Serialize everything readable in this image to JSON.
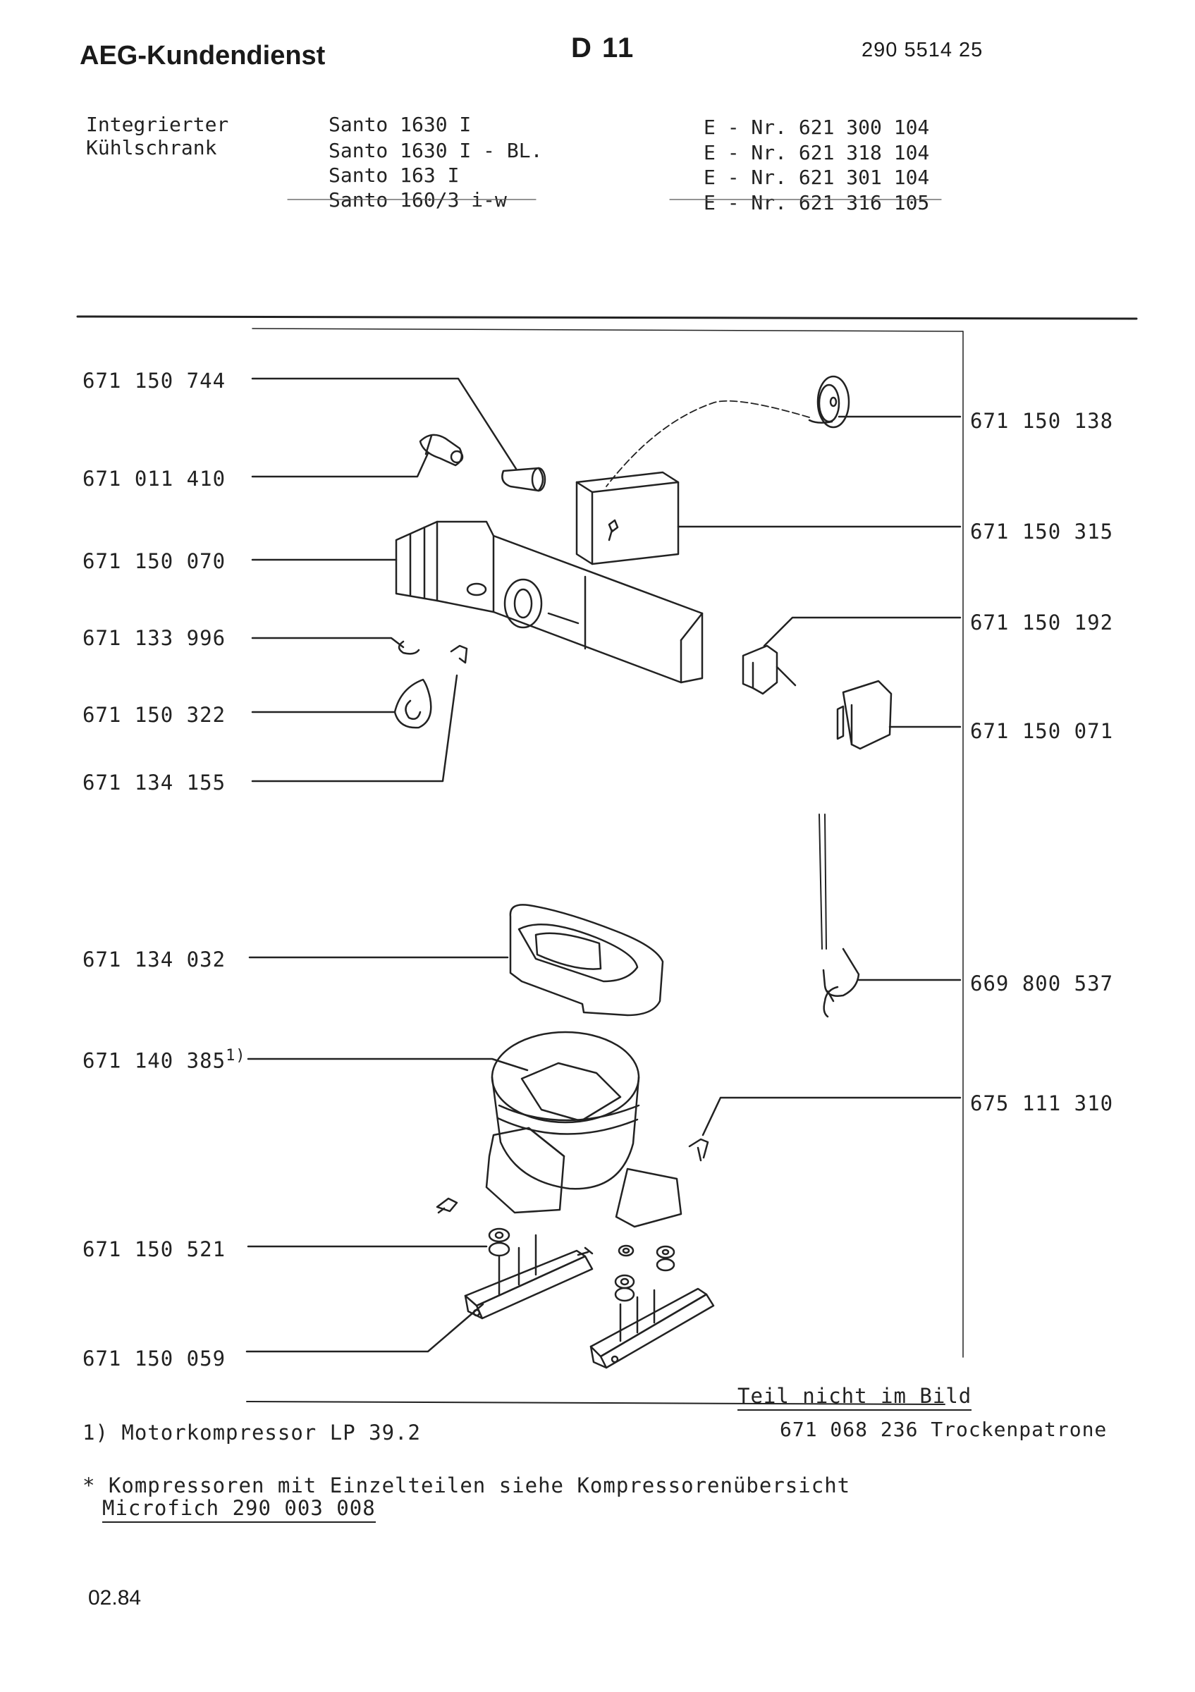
{
  "header": {
    "brand": "AEG-Kundendienst",
    "doc_code": "D 11",
    "doc_number": "290 5514 25"
  },
  "appliance": {
    "type_line1": "Integrierter",
    "type_line2": "Kühlschrank",
    "models": [
      "Santo 1630 I",
      "Santo 1630 I - BL.",
      "Santo 163 I",
      "Santo 160/3 i-w"
    ],
    "enumbers": [
      "E - Nr. 621 300 104",
      "E - Nr. 621 318 104",
      "E - Nr. 621 301 104",
      "E - Nr. 621 316 105"
    ]
  },
  "parts_left": [
    {
      "num": "671 150 744"
    },
    {
      "num": "671 011 410"
    },
    {
      "num": "671 150 070"
    },
    {
      "num": "671 133 996"
    },
    {
      "num": "671 150 322"
    },
    {
      "num": "671 134 155"
    },
    {
      "num": "671 134 032"
    },
    {
      "num": "671 140 385",
      "sup": "1)"
    },
    {
      "num": "671 150 521"
    },
    {
      "num": "671 150 059"
    }
  ],
  "parts_right": [
    {
      "num": "671 150 138"
    },
    {
      "num": "671 150 315"
    },
    {
      "num": "671 150 192"
    },
    {
      "num": "671 150 071"
    },
    {
      "num": "669 800 537"
    },
    {
      "num": "675 111 310"
    }
  ],
  "not_shown": {
    "heading": "Teil nicht im Bild",
    "item": "671 068 236 Trockenpatrone"
  },
  "footnotes": {
    "note1": "1) Motorkompressor LP 39.2",
    "note2": "* Kompressoren mit Einzelteilen siehe Kompressorenübersicht",
    "note2_ref": "Microfich 290 003 008"
  },
  "date": "02.84"
}
